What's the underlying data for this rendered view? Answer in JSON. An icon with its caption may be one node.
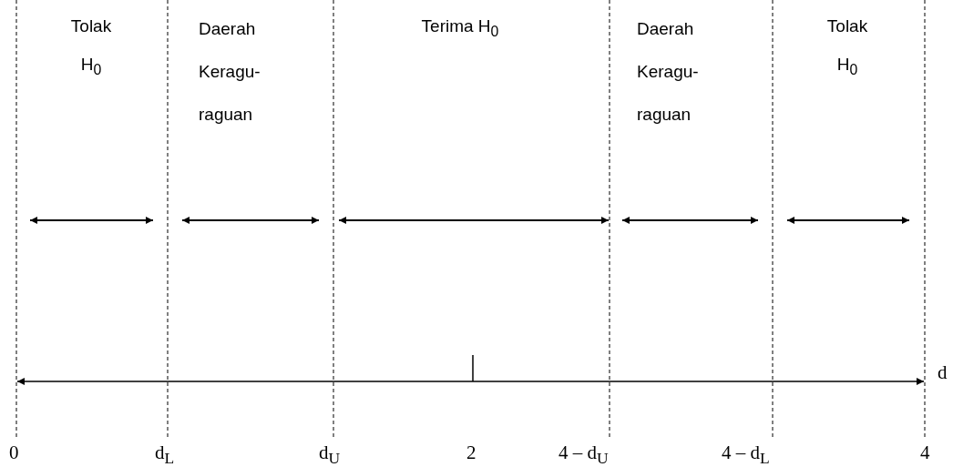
{
  "diagram": {
    "labels": [
      "Tolak H$_{0}$",
      "Daerah Keragu-raguan",
      "Terima H$_{0}$",
      "Daerah Keragu-raguan",
      "Tolak H$_{0}$",
      "d",
      "0",
      "d$_{L}$",
      "d$_{U}$",
      "2",
      "4 – d$_{U}$",
      "4 – d$_{L}$",
      "4"
    ]
  }
}
